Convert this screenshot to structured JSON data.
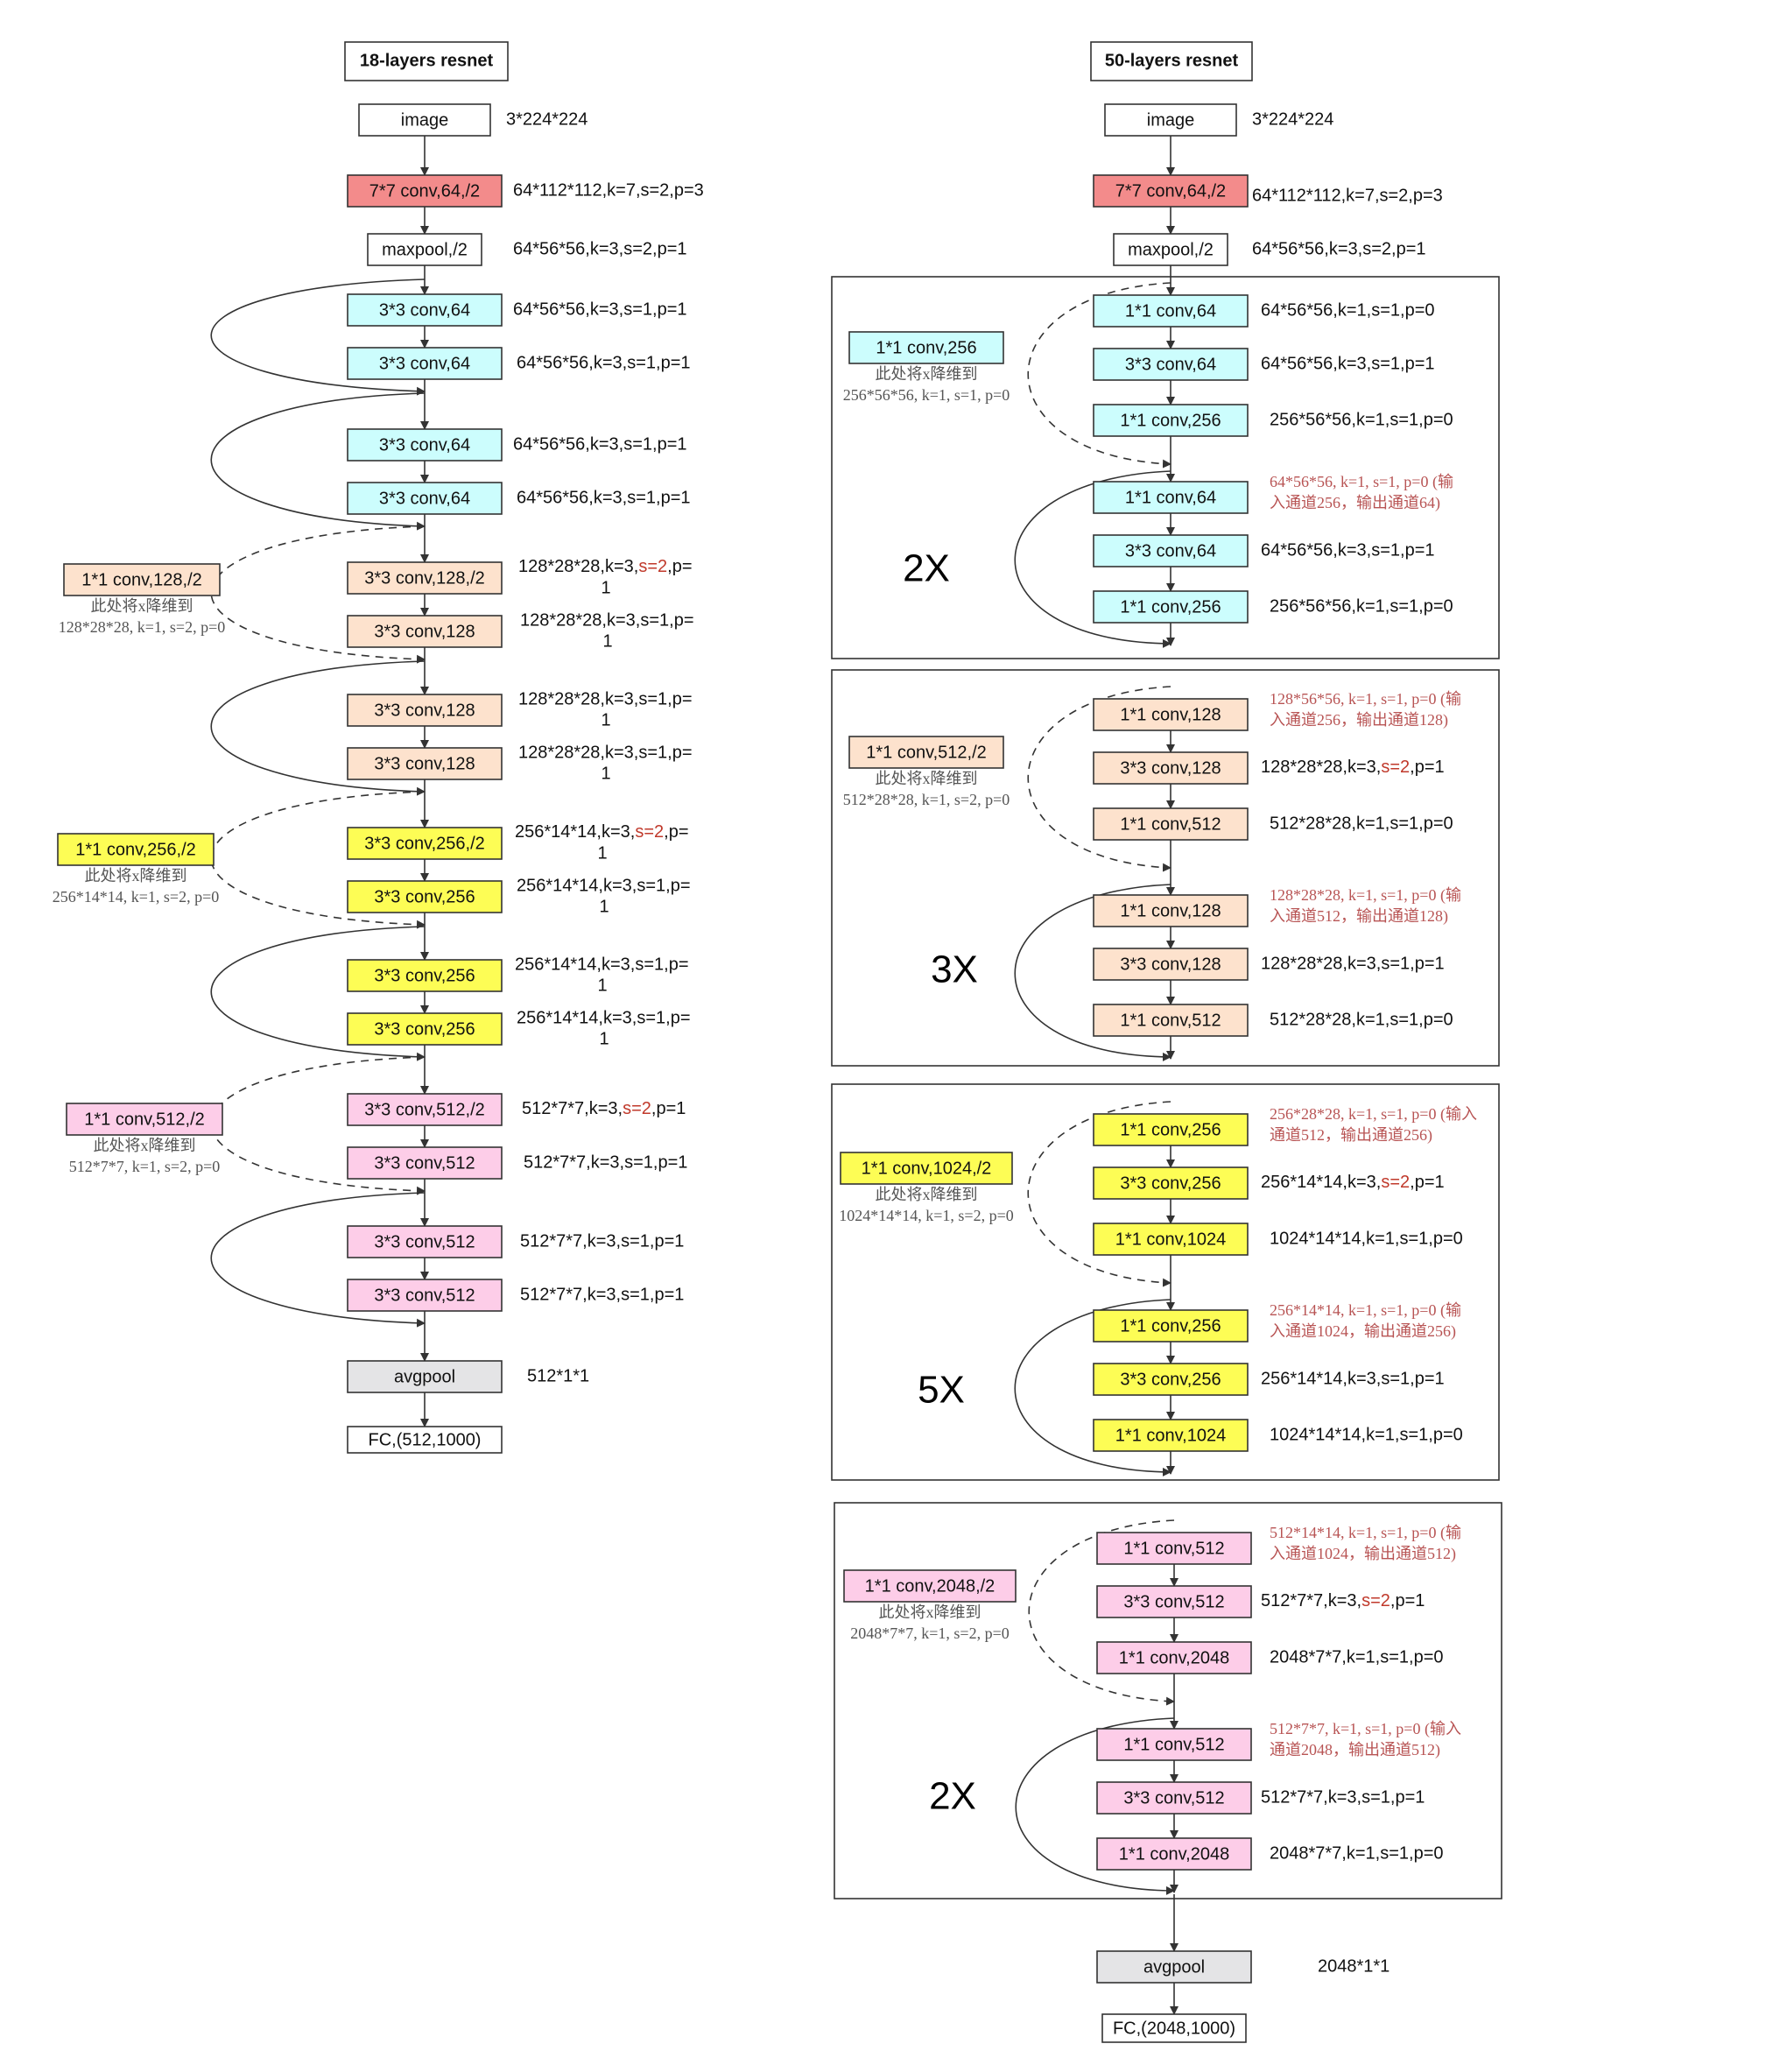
{
  "colors": {
    "red": "#f38b8b",
    "cyan": "#ccfdfd",
    "peach": "#fde2cd",
    "yellow": "#fdfd55",
    "pink": "#fdcde8",
    "gray": "#e4e4e6",
    "white": "#ffffff",
    "highlight": "#c0392b"
  },
  "resnet18": {
    "title": "18-layers resnet",
    "nodes": [
      {
        "label": "image",
        "color": "white",
        "note": "3*224*224"
      },
      {
        "label": "7*7 conv,64,/2",
        "color": "red",
        "note": "64*112*112,k=7,s=2,p=3"
      },
      {
        "label": "maxpool,/2",
        "color": "white",
        "note": "64*56*56,k=3,s=2,p=1"
      },
      {
        "label": "3*3 conv,64",
        "color": "cyan",
        "note": "64*56*56,k=3,s=1,p=1"
      },
      {
        "label": "3*3 conv,64",
        "color": "cyan",
        "note": "64*56*56,k=3,s=1,p=1"
      },
      {
        "label": "3*3 conv,64",
        "color": "cyan",
        "note": "64*56*56,k=3,s=1,p=1"
      },
      {
        "label": "3*3 conv,64",
        "color": "cyan",
        "note": "64*56*56,k=3,s=1,p=1"
      },
      {
        "label": "3*3 conv,128,/2",
        "color": "peach",
        "note": [
          "128*28*28,k=3,",
          "s=2",
          ",p=",
          "1"
        ]
      },
      {
        "label": "3*3 conv,128",
        "color": "peach",
        "note": [
          "128*28*28,k=3,s=1,p=",
          "1"
        ]
      },
      {
        "label": "3*3 conv,128",
        "color": "peach",
        "note": [
          "128*28*28,k=3,s=1,p=",
          "1"
        ]
      },
      {
        "label": "3*3 conv,128",
        "color": "peach",
        "note": [
          "128*28*28,k=3,s=1,p=",
          "1"
        ]
      },
      {
        "label": "3*3 conv,256,/2",
        "color": "yellow",
        "note": [
          "256*14*14,k=3,",
          "s=2",
          ",p=",
          "1"
        ]
      },
      {
        "label": "3*3 conv,256",
        "color": "yellow",
        "note": [
          "256*14*14,k=3,s=1,p=",
          "1"
        ]
      },
      {
        "label": "3*3 conv,256",
        "color": "yellow",
        "note": [
          "256*14*14,k=3,s=1,p=",
          "1"
        ]
      },
      {
        "label": "3*3 conv,256",
        "color": "yellow",
        "note": [
          "256*14*14,k=3,s=1,p=",
          "1"
        ]
      },
      {
        "label": "3*3 conv,512,/2",
        "color": "pink",
        "note": [
          "512*7*7,k=3,",
          "s=2",
          ",p=1"
        ]
      },
      {
        "label": "3*3 conv,512",
        "color": "pink",
        "note": "512*7*7,k=3,s=1,p=1"
      },
      {
        "label": "3*3 conv,512",
        "color": "pink",
        "note": "512*7*7,k=3,s=1,p=1"
      },
      {
        "label": "3*3 conv,512",
        "color": "pink",
        "note": "512*7*7,k=3,s=1,p=1"
      },
      {
        "label": "avgpool",
        "color": "gray",
        "note": "512*1*1"
      },
      {
        "label": "FC,(512,1000)",
        "color": "white",
        "note": ""
      }
    ],
    "shortcuts": [
      {
        "label": "1*1 conv,128,/2",
        "color": "peach",
        "desc": "此处将x降维到",
        "detail": "128*28*28, k=1, s=2, p=0"
      },
      {
        "label": "1*1 conv,256,/2",
        "color": "yellow",
        "desc": "此处将x降维到",
        "detail": "256*14*14, k=1, s=2, p=0"
      },
      {
        "label": "1*1 conv,512,/2",
        "color": "pink",
        "desc": "此处将x降维到",
        "detail": "512*7*7, k=1, s=2, p=0"
      }
    ]
  },
  "resnet50": {
    "title": "50-layers resnet",
    "top_nodes": [
      {
        "label": "image",
        "color": "white",
        "note": "3*224*224"
      },
      {
        "label": "7*7 conv,64,/2",
        "color": "red",
        "note": "64*112*112,k=7,s=2,p=3"
      },
      {
        "label": "maxpool,/2",
        "color": "white",
        "note": "64*56*56,k=3,s=2,p=1"
      }
    ],
    "stages": [
      {
        "multiplier": "2X",
        "shortcut": {
          "label": "1*1 conv,256",
          "color": "cyan",
          "desc": "此处将x降维到",
          "detail": "256*56*56, k=1, s=1, p=0"
        },
        "nodes": [
          {
            "label": "1*1 conv,64",
            "color": "cyan",
            "note": "64*56*56,k=1,s=1,p=0"
          },
          {
            "label": "3*3 conv,64",
            "color": "cyan",
            "note": "64*56*56,k=3,s=1,p=1"
          },
          {
            "label": "1*1 conv,256",
            "color": "cyan",
            "note": "256*56*56,k=1,s=1,p=0"
          },
          {
            "label": "1*1 conv,64",
            "color": "cyan",
            "note_red": [
              "64*56*56, k=1, s=1, p=0 (输",
              "入通道256，输出通道64)"
            ]
          },
          {
            "label": "3*3 conv,64",
            "color": "cyan",
            "note": "64*56*56,k=3,s=1,p=1"
          },
          {
            "label": "1*1 conv,256",
            "color": "cyan",
            "note": "256*56*56,k=1,s=1,p=0"
          }
        ]
      },
      {
        "multiplier": "3X",
        "shortcut": {
          "label": "1*1 conv,512,/2",
          "color": "peach",
          "desc": "此处将x降维到",
          "detail": "512*28*28, k=1, s=2, p=0"
        },
        "nodes": [
          {
            "label": "1*1 conv,128",
            "color": "peach",
            "note_red": [
              "128*56*56, k=1, s=1, p=0 (输",
              "入通道256，输出通道128)"
            ]
          },
          {
            "label": "3*3 conv,128",
            "color": "peach",
            "note": [
              "128*28*28,k=3,",
              "s=2",
              ",p=1"
            ]
          },
          {
            "label": "1*1 conv,512",
            "color": "peach",
            "note": "512*28*28,k=1,s=1,p=0"
          },
          {
            "label": "1*1 conv,128",
            "color": "peach",
            "note_red": [
              "128*28*28, k=1, s=1, p=0 (输",
              "入通道512，输出通道128)"
            ]
          },
          {
            "label": "3*3 conv,128",
            "color": "peach",
            "note": "128*28*28,k=3,s=1,p=1"
          },
          {
            "label": "1*1 conv,512",
            "color": "peach",
            "note": "512*28*28,k=1,s=1,p=0"
          }
        ]
      },
      {
        "multiplier": "5X",
        "shortcut": {
          "label": "1*1 conv,1024,/2",
          "color": "yellow",
          "desc": "此处将x降维到",
          "detail": "1024*14*14, k=1, s=2, p=0"
        },
        "nodes": [
          {
            "label": "1*1 conv,256",
            "color": "yellow",
            "note_red": [
              "256*28*28, k=1, s=1, p=0 (输入",
              "通道512，输出通道256)"
            ]
          },
          {
            "label": "3*3 conv,256",
            "color": "yellow",
            "note": [
              "256*14*14,k=3,",
              "s=2",
              ",p=1"
            ]
          },
          {
            "label": "1*1 conv,1024",
            "color": "yellow",
            "note": "1024*14*14,k=1,s=1,p=0"
          },
          {
            "label": "1*1 conv,256",
            "color": "yellow",
            "note_red": [
              "256*14*14, k=1, s=1, p=0 (输",
              "入通道1024，输出通道256)"
            ]
          },
          {
            "label": "3*3 conv,256",
            "color": "yellow",
            "note": "256*14*14,k=3,s=1,p=1"
          },
          {
            "label": "1*1 conv,1024",
            "color": "yellow",
            "note": "1024*14*14,k=1,s=1,p=0"
          }
        ]
      },
      {
        "multiplier": "2X",
        "shortcut": {
          "label": "1*1 conv,2048,/2",
          "color": "pink",
          "desc": "此处将x降维到",
          "detail": "2048*7*7, k=1, s=2, p=0"
        },
        "nodes": [
          {
            "label": "1*1 conv,512",
            "color": "pink",
            "note_red": [
              "512*14*14, k=1, s=1, p=0 (输",
              "入通道1024，输出通道512)"
            ]
          },
          {
            "label": "3*3 conv,512",
            "color": "pink",
            "note": [
              "512*7*7,k=3,",
              "s=2",
              ",p=1"
            ]
          },
          {
            "label": "1*1 conv,2048",
            "color": "pink",
            "note": "2048*7*7,k=1,s=1,p=0"
          },
          {
            "label": "1*1 conv,512",
            "color": "pink",
            "note_red": [
              "512*7*7, k=1, s=1, p=0 (输入",
              "通道2048，输出通道512)"
            ]
          },
          {
            "label": "3*3 conv,512",
            "color": "pink",
            "note": "512*7*7,k=3,s=1,p=1"
          },
          {
            "label": "1*1 conv,2048",
            "color": "pink",
            "note": "2048*7*7,k=1,s=1,p=0"
          }
        ]
      }
    ],
    "bottom_nodes": [
      {
        "label": "avgpool",
        "color": "gray",
        "note": "2048*1*1"
      },
      {
        "label": "FC,(2048,1000)",
        "color": "white",
        "note": ""
      }
    ]
  }
}
